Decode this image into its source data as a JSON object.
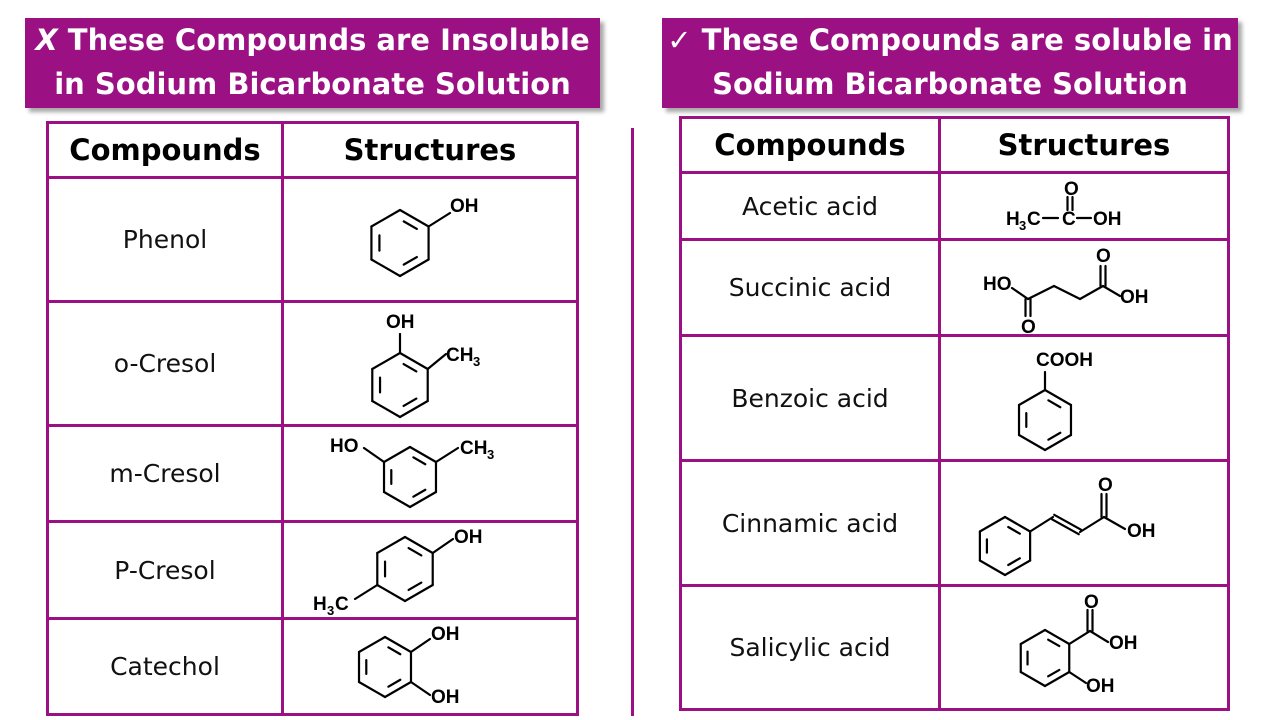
{
  "left": {
    "banner": {
      "mark": "X",
      "line1": "These Compounds are Insoluble",
      "line2": "in Sodium Bicarbonate Solution"
    },
    "headers": [
      "Compounds",
      "Structures"
    ],
    "rows": [
      {
        "name": "Phenol",
        "labels": [
          "OH"
        ]
      },
      {
        "name": "o-Cresol",
        "labels": [
          "OH",
          "CH",
          "3"
        ]
      },
      {
        "name": "m-Cresol",
        "labels": [
          "HO",
          "CH",
          "3"
        ]
      },
      {
        "name": "P-Cresol",
        "labels": [
          "OH",
          "H",
          "3",
          "C"
        ]
      },
      {
        "name": "Catechol",
        "labels": [
          "OH",
          "OH"
        ]
      }
    ]
  },
  "right": {
    "banner": {
      "mark": "✓",
      "line1": "These Compounds are soluble in",
      "line2": "Sodium Bicarbonate Solution"
    },
    "headers": [
      "Compounds",
      "Structures"
    ],
    "rows": [
      {
        "name": "Acetic acid",
        "labels": [
          "H",
          "3",
          "C",
          "C",
          "OH",
          "O"
        ]
      },
      {
        "name": "Succinic acid",
        "labels": [
          "HO",
          "OH",
          "O",
          "O"
        ]
      },
      {
        "name": "Benzoic acid",
        "labels": [
          "COOH"
        ]
      },
      {
        "name": "Cinnamic acid",
        "labels": [
          "O",
          "OH"
        ]
      },
      {
        "name": "Salicylic acid",
        "labels": [
          "O",
          "OH",
          "OH"
        ]
      }
    ]
  }
}
